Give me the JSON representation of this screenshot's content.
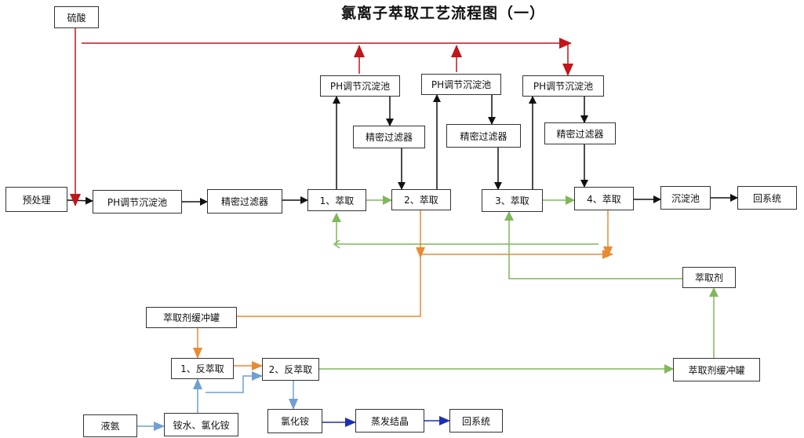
{
  "title": "氯离子萃取工艺流程图（一）",
  "colors": {
    "red": "#c0161c",
    "green": "#7fb75a",
    "orange": "#e88a34",
    "blue": "#6fa0d2",
    "dark_blue": "#1b2fb5",
    "black": "#111111"
  },
  "nodes": {
    "sulfuric_acid": "硫酸",
    "pretreatment": "预处理",
    "ph_tank_main": "PH调节沉淀池",
    "filter_main": "精密过滤器",
    "extraction_1": "1、萃取",
    "extraction_2": "2、萃取",
    "extraction_3": "3、萃取",
    "extraction_4": "4、萃取",
    "ph_tank_1": "PH调节沉淀池",
    "ph_tank_2": "PH调节沉淀池",
    "ph_tank_3": "PH调节沉淀池",
    "filter_1": "精密过滤器",
    "filter_2": "精密过滤器",
    "filter_3": "精密过滤器",
    "settling_tank": "沉淀池",
    "return_system_1": "回系统",
    "extractant": "萃取剂",
    "extractant_buffer_1": "萃取剂缓冲罐",
    "back_extraction_1": "1、反萃取",
    "back_extraction_2": "2、反萃取",
    "extractant_buffer_2": "萃取剂缓冲罐",
    "liquid_ammonia": "液氨",
    "ammonia_water": "铵水、氯化铵",
    "ammonium_chloride": "氯化铵",
    "evaporation": "蒸发结晶",
    "return_system_2": "回系统"
  }
}
